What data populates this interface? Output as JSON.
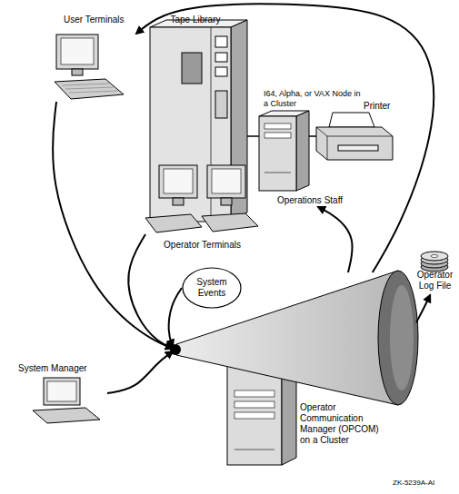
{
  "diagram": {
    "nodes": [
      {
        "text": [
          "User Terminals"
        ]
      },
      {
        "text": [
          "Tape Library"
        ]
      },
      {
        "text": [
          "I64, Alpha, or VAX Node in a Cluster"
        ]
      },
      {
        "text": [
          "Printer"
        ]
      },
      {
        "text": [
          "Operations Staff"
        ]
      },
      {
        "text": [
          "Operator Terminals"
        ]
      },
      {
        "text": [
          "System Events"
        ]
      },
      {
        "text": [
          "Operator Communication Manager (OPCOM) on a Cluster"
        ]
      },
      {
        "text": [
          "Operator Log File"
        ]
      },
      {
        "text": [
          "System Manager"
        ]
      }
    ],
    "edges": [
      {
        "from": 0,
        "to": 7,
        "arrow": "to"
      },
      {
        "from": 7,
        "to": 0,
        "arrow": "to"
      },
      {
        "from": 7,
        "to": 4,
        "arrow": "to"
      },
      {
        "from": 5,
        "to": 7,
        "arrow": "to"
      },
      {
        "from": 6,
        "to": 7,
        "arrow": "to"
      },
      {
        "from": 9,
        "to": 7,
        "arrow": "to"
      },
      {
        "from": 7,
        "to": 8,
        "arrow": "to"
      },
      {
        "from": 1,
        "to": 2,
        "arrow": "none"
      },
      {
        "from": 2,
        "to": 3,
        "arrow": "none"
      }
    ],
    "labels": [
      "ZK-5239A-AI"
    ]
  }
}
